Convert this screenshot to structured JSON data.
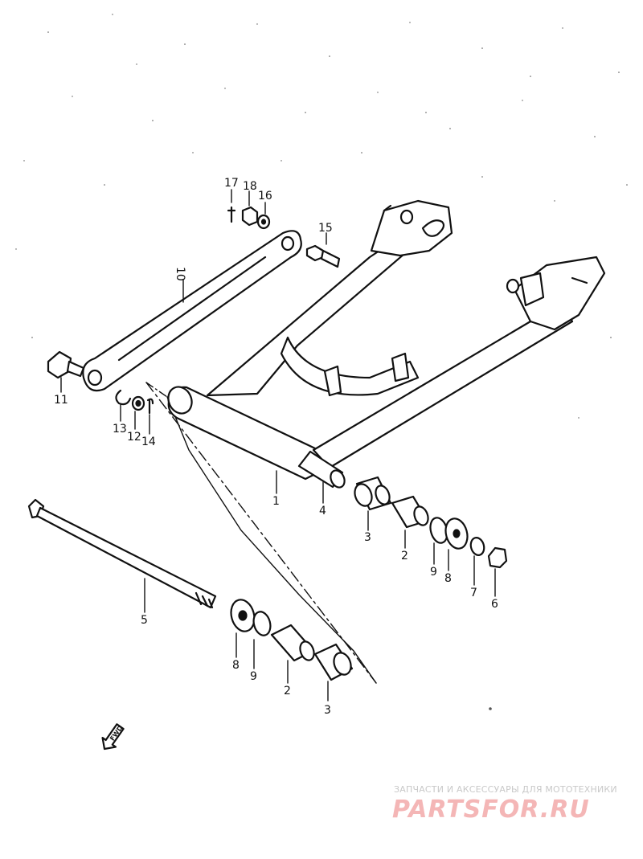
{
  "callouts": [
    {
      "id": "1",
      "label": "1"
    },
    {
      "id": "2a",
      "label": "2"
    },
    {
      "id": "2b",
      "label": "2"
    },
    {
      "id": "3a",
      "label": "3"
    },
    {
      "id": "3b",
      "label": "3"
    },
    {
      "id": "4",
      "label": "4"
    },
    {
      "id": "5",
      "label": "5"
    },
    {
      "id": "6",
      "label": "6"
    },
    {
      "id": "7",
      "label": "7"
    },
    {
      "id": "8a",
      "label": "8"
    },
    {
      "id": "8b",
      "label": "8"
    },
    {
      "id": "9a",
      "label": "9"
    },
    {
      "id": "9b",
      "label": "9"
    },
    {
      "id": "10",
      "label": "10"
    },
    {
      "id": "11",
      "label": "11"
    },
    {
      "id": "12",
      "label": "12"
    },
    {
      "id": "13",
      "label": "13"
    },
    {
      "id": "14",
      "label": "14"
    },
    {
      "id": "15",
      "label": "15"
    },
    {
      "id": "16",
      "label": "16"
    },
    {
      "id": "17",
      "label": "17"
    },
    {
      "id": "18",
      "label": "18"
    }
  ],
  "fwd_label": "FWD",
  "watermark": {
    "tagline": "ЗАПЧАСТИ И АКСЕССУАРЫ ДЛЯ МОТОТЕХНИКИ",
    "logo_text": "PARTSFOR.RU"
  },
  "colors": {
    "ink": "#111111",
    "background": "#ffffff",
    "watermark_logo": "#f4b6b6",
    "watermark_text": "#c9c9c9"
  }
}
